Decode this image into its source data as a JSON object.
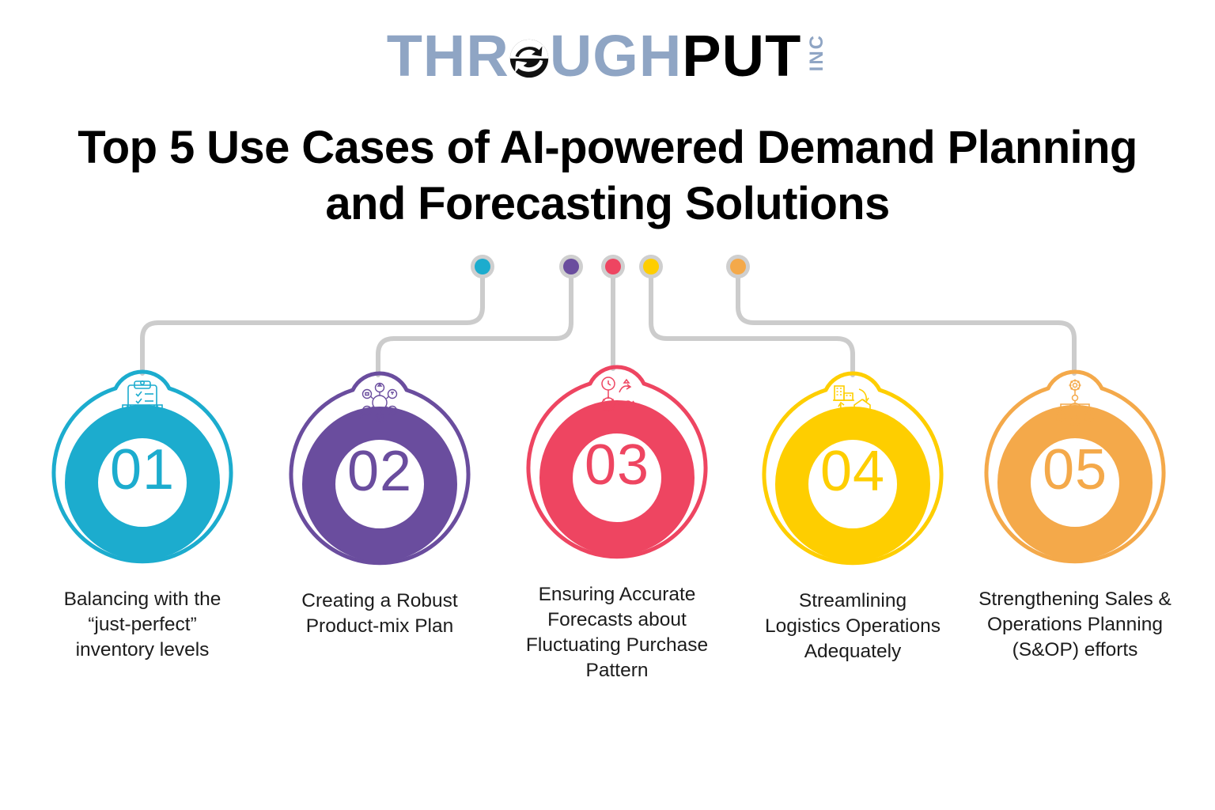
{
  "brand": {
    "logo_text_1": "THR",
    "logo_icon": "globe-arrows-icon",
    "logo_text_2": "UGH",
    "logo_text_3": "PUT",
    "logo_suffix": "INC",
    "color_slate": "#8fa5c4",
    "color_black": "#000000"
  },
  "title": "Top 5 Use Cases of AI-powered Demand Planning and Forecasting Solutions",
  "connector_color": "#cccccc",
  "items": [
    {
      "number": "01",
      "caption": "Balancing with the “just-perfect” inventory levels",
      "color": "#1CACCE",
      "icon": "clipboard-checklist-boxes-icon"
    },
    {
      "number": "02",
      "caption": "Creating a Robust Product-mix Plan",
      "color": "#6A4D9E",
      "icon": "product-mix-network-icon"
    },
    {
      "number": "03",
      "caption": "Ensuring Accurate Forecasts about Fluctuating Purchase Pattern",
      "color": "#EE4561",
      "icon": "clock-gear-forecast-icon"
    },
    {
      "number": "04",
      "caption": "Streamlining Logistics Operations Adequately",
      "color": "#FECE00",
      "icon": "factory-warehouse-cycle-icon"
    },
    {
      "number": "05",
      "caption": "Strengthening Sales & Operations Planning (S&OP) efforts",
      "color": "#F4A94A",
      "icon": "gear-hierarchy-icon"
    }
  ]
}
